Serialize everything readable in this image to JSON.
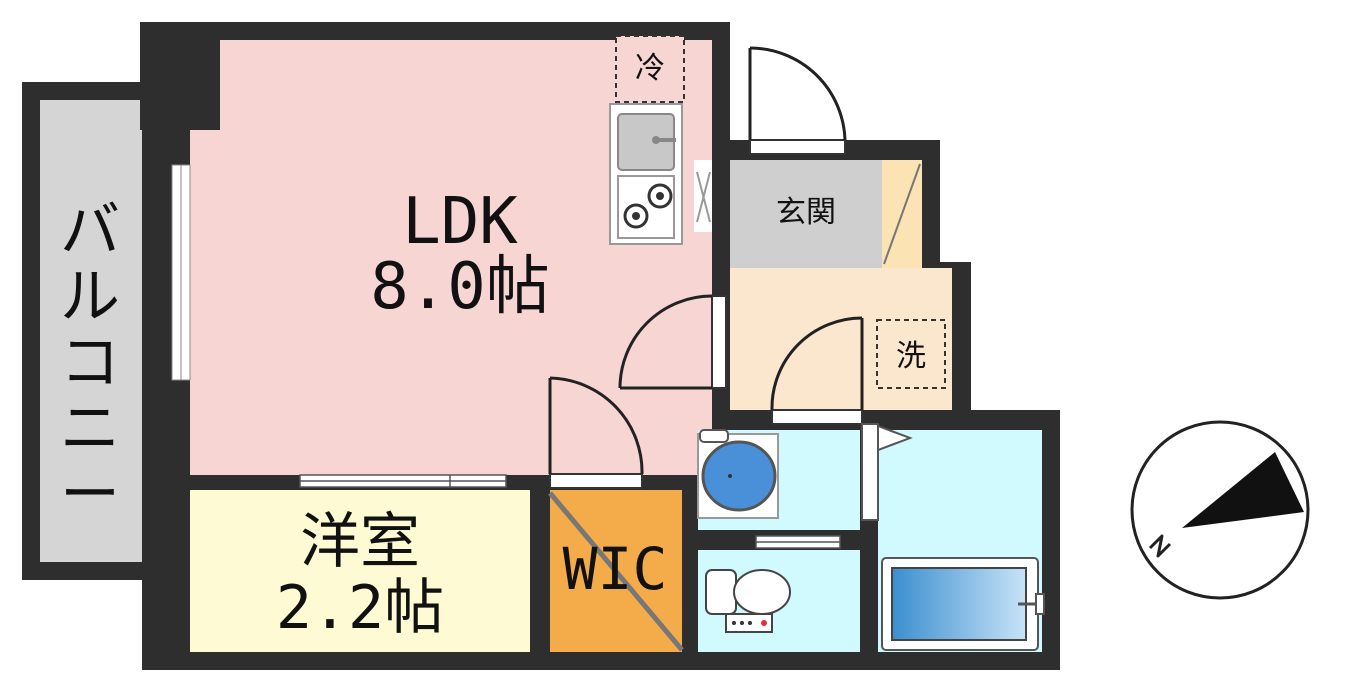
{
  "rooms": {
    "ldk": {
      "name": "LDK",
      "size": "8.0帖"
    },
    "western_room": {
      "name": "洋室",
      "size": "2.2帖"
    },
    "walk_in_closet": {
      "name": "WIC"
    },
    "entrance": {
      "name": "玄関"
    },
    "balcony": {
      "name": "バルコニー",
      "chars": [
        "バ",
        "ル",
        "コ",
        "ニ",
        "ー"
      ]
    }
  },
  "fixtures": {
    "refrigerator": {
      "label": "冷"
    },
    "washing_machine": {
      "label": "洗"
    },
    "compass_letter": "N"
  },
  "colors": {
    "wall": "#2e2e2e",
    "ldk_floor": "#f6d5d3",
    "western_floor": "#fefbd4",
    "wic_floor": "#f4ac4b",
    "entrance_floor": "#cfcfcf",
    "washroom_floor": "#fbe6ce",
    "wet_area_floor": "#d0fafd",
    "balcony_floor": "#d5d5d5",
    "shoe_box": "#fbe3b3"
  },
  "icons": [
    "compass-icon",
    "sink-icon",
    "stove-icon",
    "toilet-icon",
    "bathtub-icon",
    "washbasin-icon",
    "door-swing-icon"
  ]
}
